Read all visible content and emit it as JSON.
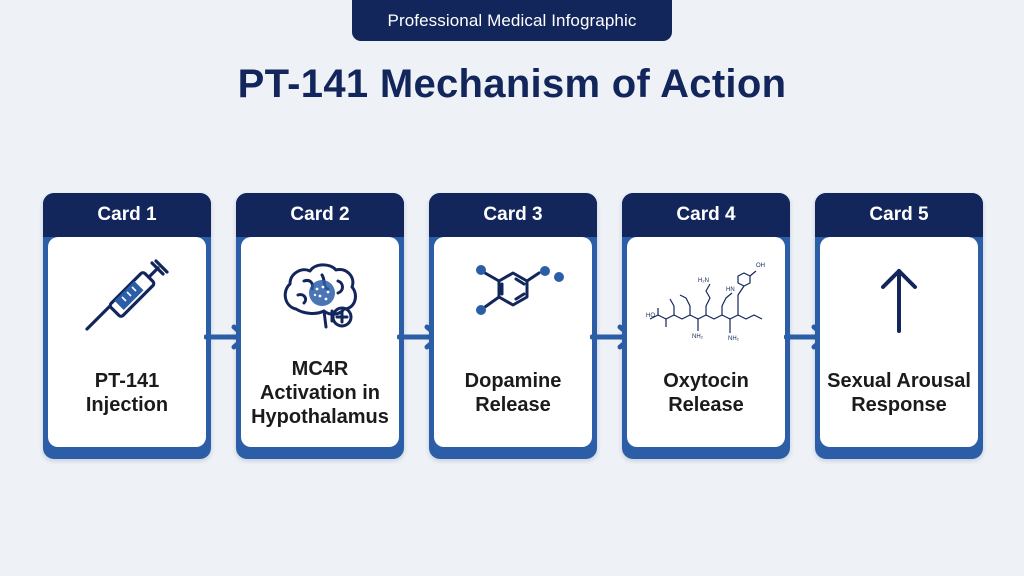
{
  "header": {
    "badge": "Professional Medical Infographic",
    "title": "PT-141 Mechanism of Action"
  },
  "colors": {
    "navy": "#13265c",
    "blue": "#2c5ea8",
    "background": "#eef2f7"
  },
  "cards": [
    {
      "title": "Card 1",
      "label": "PT-141 Injection",
      "icon": "syringe-icon"
    },
    {
      "title": "Card 2",
      "label": "MC4R Activation in Hypothalamus",
      "icon": "brain-icon"
    },
    {
      "title": "Card 3",
      "label": "Dopamine Release",
      "icon": "dopamine-molecule-icon"
    },
    {
      "title": "Card 4",
      "label": "Oxytocin Release",
      "icon": "oxytocin-molecule-icon"
    },
    {
      "title": "Card 5",
      "label": "Sexual Arousal Response",
      "icon": "arrow-up-icon"
    }
  ],
  "oxytocin_structure_text": {
    "h2n_top": "H₂N",
    "hn_left": "HN",
    "ho": "HO",
    "oh": "OH",
    "nh2_mid": "NH₂",
    "nh2_right": "NH₂"
  }
}
